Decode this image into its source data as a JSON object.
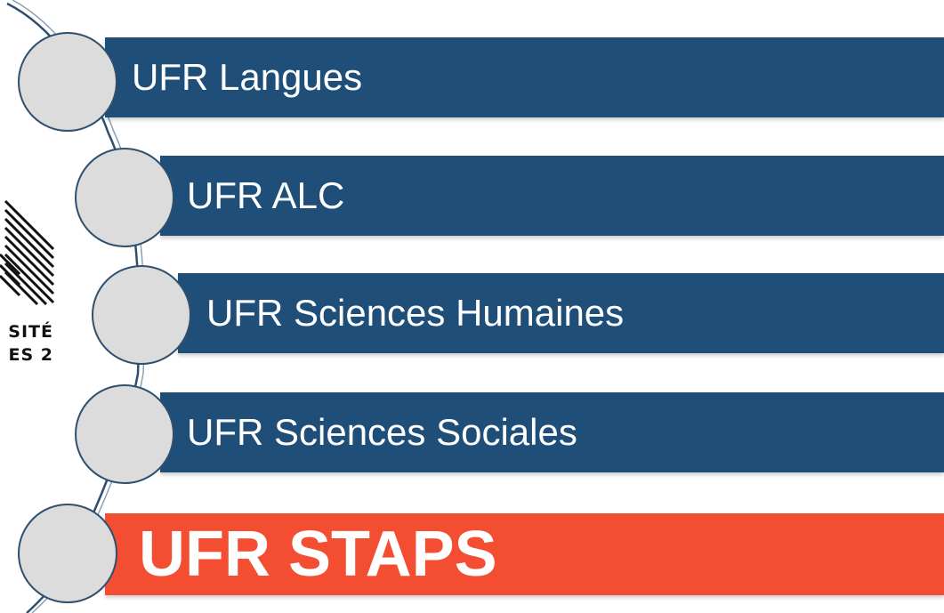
{
  "items": [
    {
      "label": "UFR Langues",
      "active": false
    },
    {
      "label": "UFR ALC",
      "active": false
    },
    {
      "label": "UFR Sciences Humaines",
      "active": false
    },
    {
      "label": "UFR Sciences Sociales",
      "active": false
    },
    {
      "label": "UFR STAPS",
      "active": true
    }
  ],
  "logo": {
    "line1": "SITÉ",
    "line2": "ES 2"
  },
  "colors": {
    "band": "#1f4e79",
    "active": "#f44e32",
    "node": "#dcdcdc",
    "node_border": "#2f4f6f"
  }
}
